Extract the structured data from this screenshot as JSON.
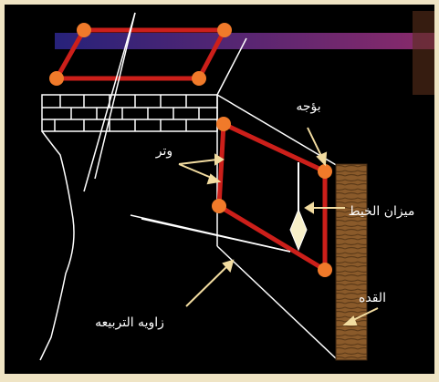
{
  "colors": {
    "frame": "#efe4c4",
    "background": "#000000",
    "outline": "#ffffff",
    "cord": "#cc1f1a",
    "node": "#f07a2a",
    "arrow": "#f2dca0",
    "label": "#ffffff",
    "banner": "#27227a",
    "banner_end": "#8a2a6a",
    "board": "#8a5a2a",
    "board_grain": "#5c3a18"
  },
  "labels": {
    "bojah": "بؤجه",
    "watar": "وتر",
    "mizan": "ميزان الخيط",
    "qida": "القده",
    "zawiya": "زاويه التربيعه"
  }
}
